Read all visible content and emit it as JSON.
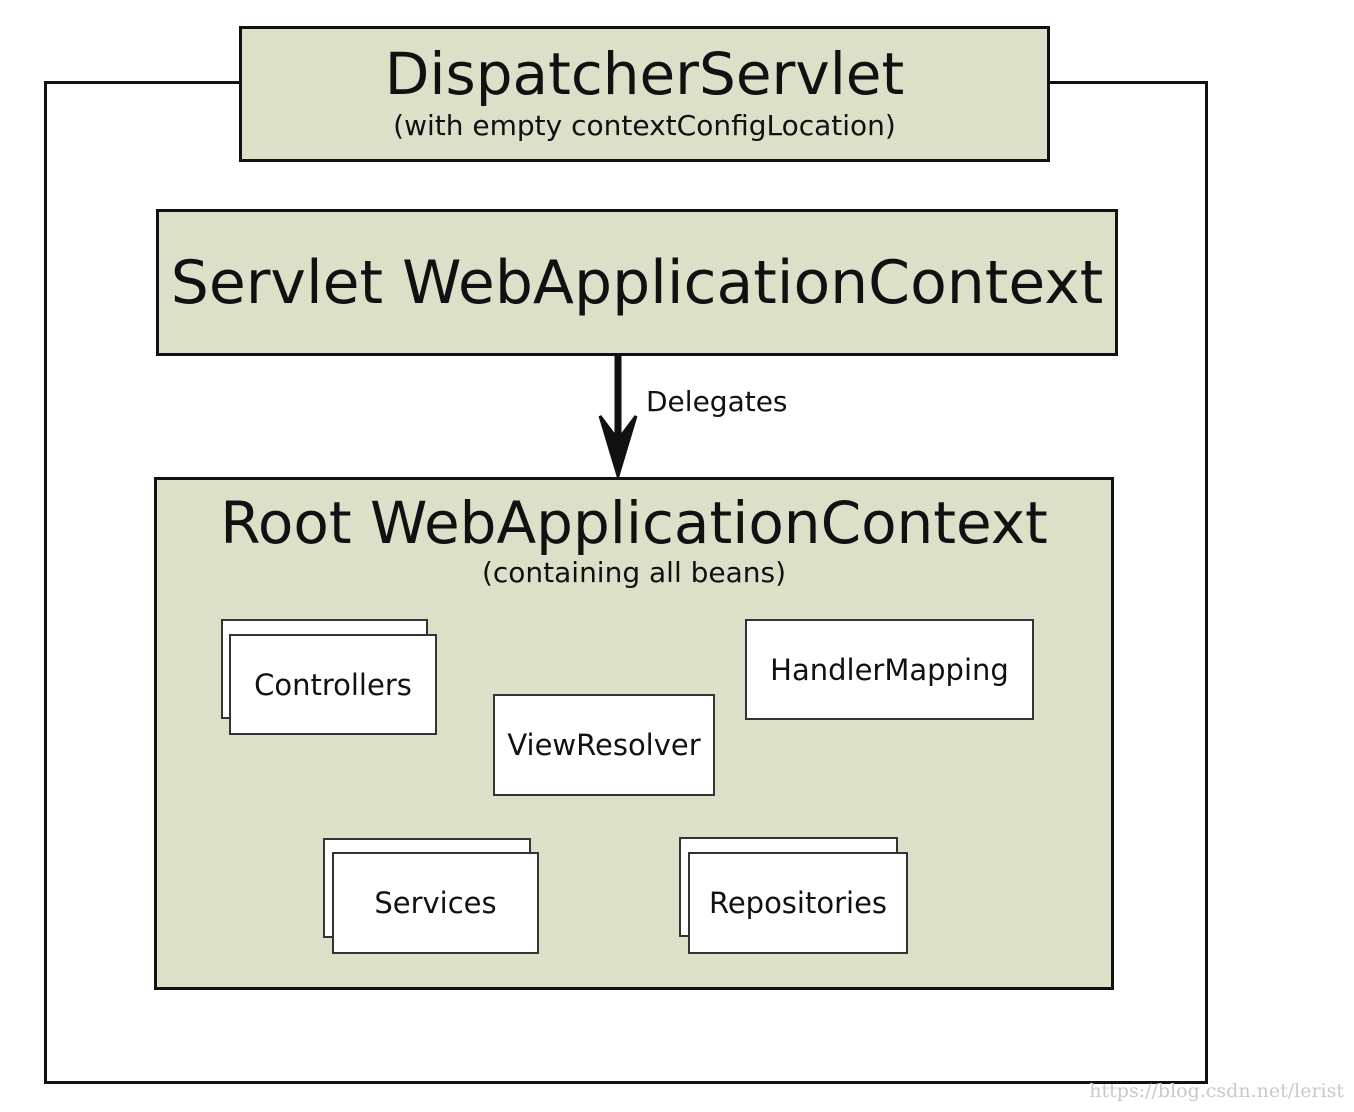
{
  "diagram": {
    "dispatcher_servlet": {
      "title": "DispatcherServlet",
      "subtitle": "(with empty contextConfigLocation)"
    },
    "servlet_context": {
      "title": "Servlet WebApplicationContext"
    },
    "delegates_arrow": {
      "label": "Delegates"
    },
    "root_context": {
      "title": "Root WebApplicationContext",
      "subtitle": "(containing all beans)",
      "beans": {
        "controllers": "Controllers",
        "view_resolver": "ViewResolver",
        "handler_mapping": "HandlerMapping",
        "services": "Services",
        "repositories": "Repositories"
      }
    }
  },
  "watermark": {
    "text": "https://blog.csdn.net/lerist"
  },
  "colors": {
    "box_fill": "#dde0c9",
    "stroke": "#111111",
    "bean_fill": "#ffffff"
  }
}
